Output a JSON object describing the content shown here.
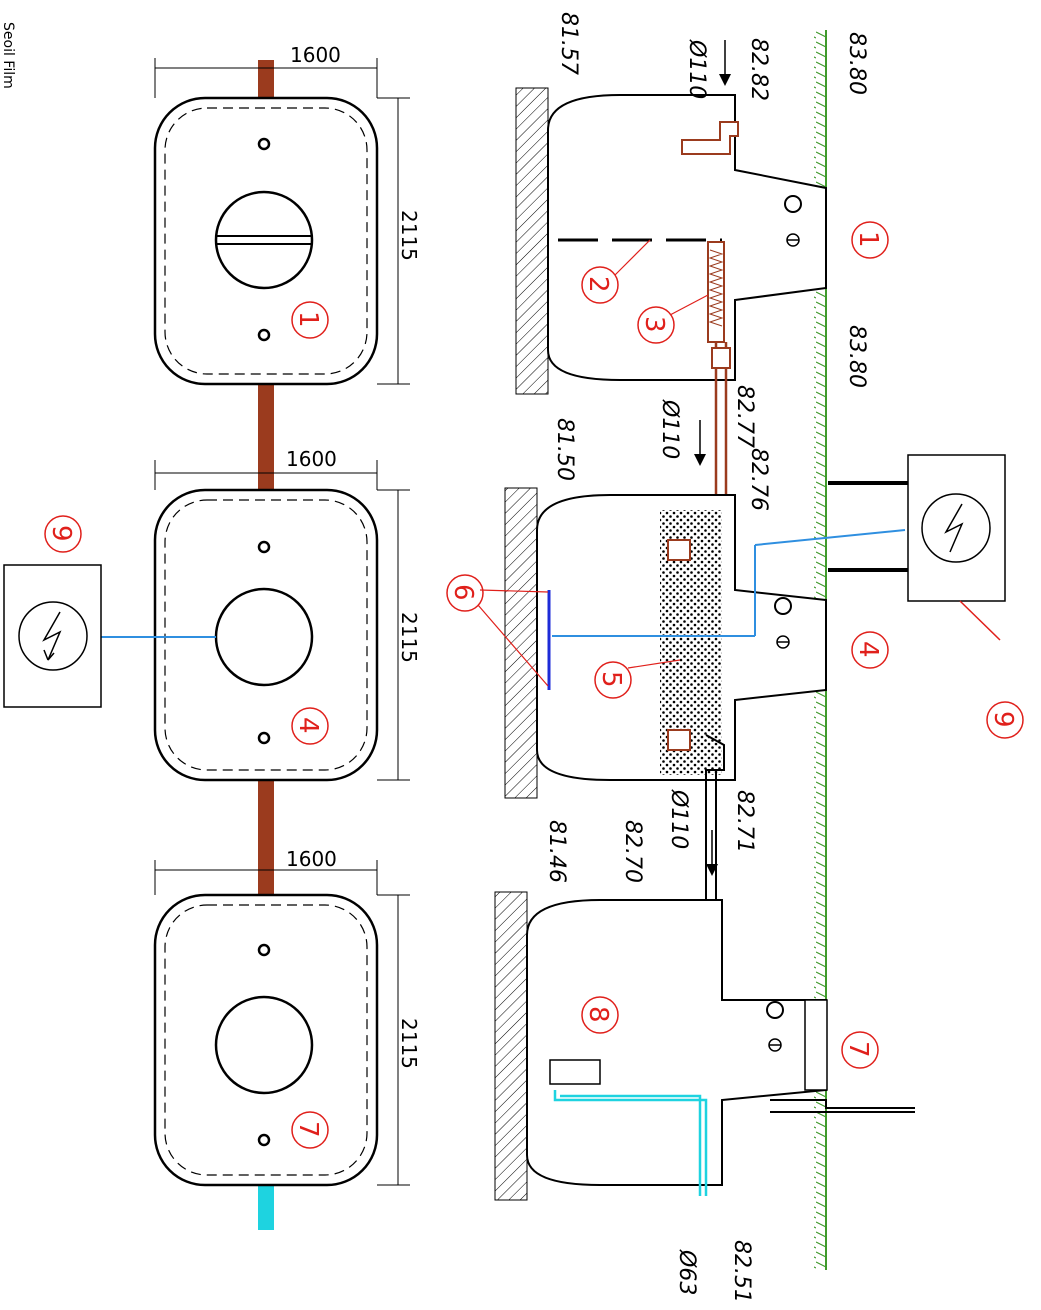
{
  "credit_text": "Seoil Film",
  "colors": {
    "inlet_pipe": "#9b3b1e",
    "outlet_pipe": "#1ed3e0",
    "cable": "#2f8fe0",
    "ground": "#3f9a2b",
    "callout": "#e0201b",
    "air_diffuser": "#1d2bd8"
  },
  "plan": {
    "tanks": [
      {
        "width_dim": "1600",
        "length_dim": "2115",
        "number": "1"
      },
      {
        "width_dim": "1600",
        "length_dim": "2115",
        "number": "4"
      },
      {
        "width_dim": "1600",
        "length_dim": "2115",
        "number": "7"
      }
    ],
    "control_box_number": "9"
  },
  "section": {
    "ground_levels": [
      "83.80",
      "83.80"
    ],
    "tank_bottoms": [
      "81.57",
      "81.50",
      "81.46"
    ],
    "pipe_levels": {
      "inlet": "82.82",
      "t1_out": "82.77",
      "t2_in": "82.76",
      "t2_out": "82.71",
      "t3_in": "82.70",
      "outlet": "82.51"
    },
    "pipe_diameters": {
      "inlet": "Ø110",
      "between_1_2": "Ø110",
      "between_2_3": "Ø110",
      "outlet": "Ø63"
    },
    "callouts": [
      "1",
      "2",
      "3",
      "4",
      "5",
      "6",
      "7",
      "8",
      "9"
    ]
  }
}
